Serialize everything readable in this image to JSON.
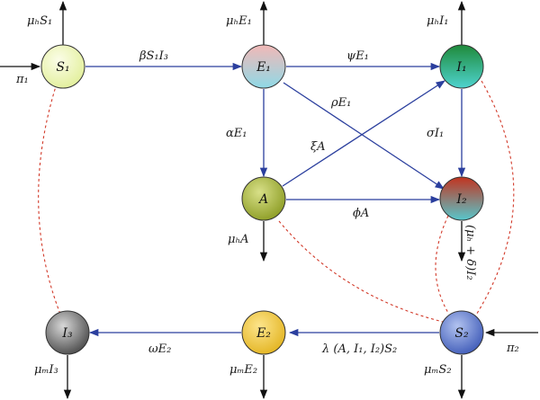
{
  "nodes": {
    "S1": "S₁",
    "E1": "E₁",
    "I1": "I₁",
    "A": "A",
    "I2": "I₂",
    "I3": "I₃",
    "E2": "E₂",
    "S2": "S₂"
  },
  "labels": {
    "muS1": "μₕS₁",
    "muE1": "μₕE₁",
    "muI1": "μₕI₁",
    "muA": "μₕA",
    "muI3": "μₘI₃",
    "muE2": "μₘE₂",
    "muS2": "μₘS₂",
    "pi1": "π₁",
    "pi2": "π₂",
    "beta": "βS₁I₃",
    "psi": "ψE₁",
    "rho": "ρE₁",
    "alpha": "αE₁",
    "xi": "ξA",
    "sigma": "σI₁",
    "phi": "ϕA",
    "i2out": "(μₕ + δ)I₂",
    "omega": "ωE₂",
    "lambda": "λ (A, I₁, I₂)S₂"
  }
}
